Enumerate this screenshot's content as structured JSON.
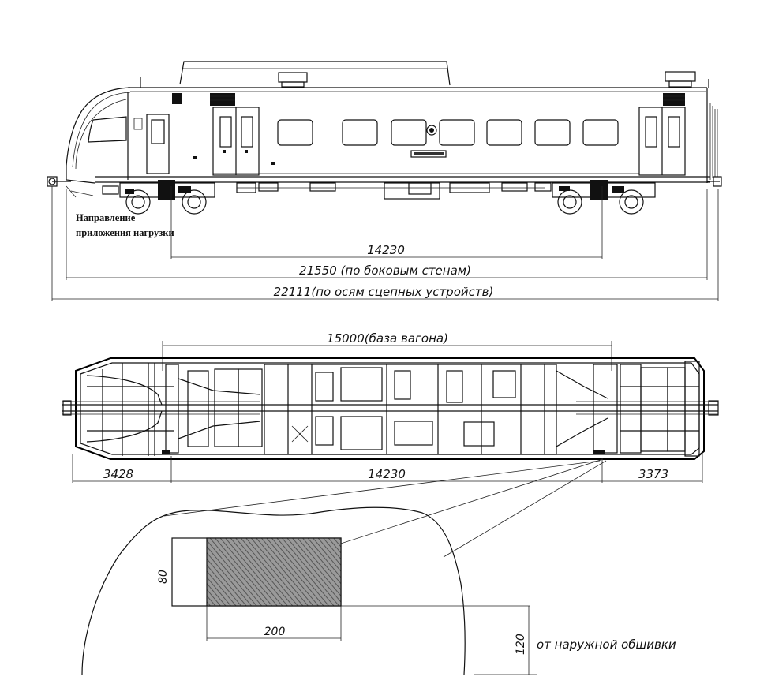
{
  "labels": {
    "load_direction_line1": "Направление",
    "load_direction_line2": "приложения нагрузки",
    "dim_bogie_centers_side": "14230",
    "dim_side_walls": "21550 (по боковым стенам)",
    "dim_coupler_axes": "22111(по осям сцепных устройств)",
    "dim_car_base": "15000(база вагона)",
    "dim_left_overhang": "3428",
    "dim_bogie_centers_plan": "14230",
    "dim_right_overhang": "3373",
    "detail_height": "80",
    "detail_width": "200",
    "detail_offset": "120",
    "detail_offset_note": "от наружной обшивки"
  },
  "icons": {
    "train": "railcar-side-view",
    "frame": "underframe-plan-view",
    "detail": "load-pad-detail"
  },
  "colors": {
    "line": "#111111",
    "hatch": "#555555",
    "background": "#ffffff"
  }
}
